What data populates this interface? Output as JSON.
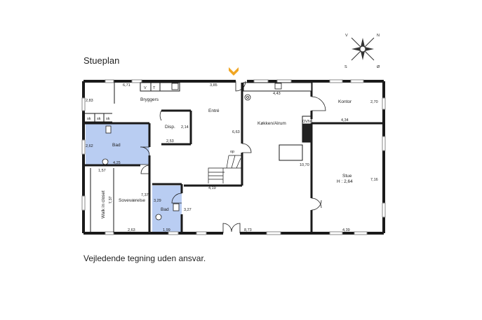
{
  "plan": {
    "title": "Stueplan",
    "disclaimer": "Vejledende tegning uden ansvar.",
    "colors": {
      "bathroom": "#b9cdf2",
      "wall": "#1a1a1a",
      "entrance_arrow": "#f0a623",
      "compass": "#333333"
    },
    "compass": {
      "n": "N",
      "v": "V",
      "s": "S",
      "o": "Ø"
    },
    "rooms": {
      "bryggers": "Bryggers",
      "entre": "Entré",
      "disp": "Disp.",
      "bad1": "Bad",
      "koekken": "Køkken/Alrum",
      "kontor": "Kontor",
      "stue": "Stue",
      "stue_h": "H : 2,64",
      "walkin": "Walk in closet",
      "sovevaerelse": "Soveværelse",
      "bad2": "Bad"
    },
    "fixtures": {
      "sk1": "sk",
      "sk2": "sk",
      "sk3": "sk",
      "v": "V",
      "t": "T",
      "ovn": "OVN",
      "op": "op"
    },
    "dims": {
      "d671": "6,71",
      "d283": "2,83",
      "d385": "3,85",
      "d443": "4,43",
      "d270": "2,70",
      "d434": "4,34",
      "d663": "6,63",
      "d214": "2,14",
      "d253": "2,53",
      "d262": "2,62",
      "d425": "4,25",
      "d157": "1,57",
      "d1070": "10,70",
      "d716": "7,16",
      "d419": "4,19",
      "d737a": "7,37",
      "d737b": "7,37",
      "d329": "3,29",
      "d327": "3,27",
      "d263": "2,63",
      "d199": "1,99",
      "d873": "8,73",
      "d439": "4,39"
    }
  }
}
